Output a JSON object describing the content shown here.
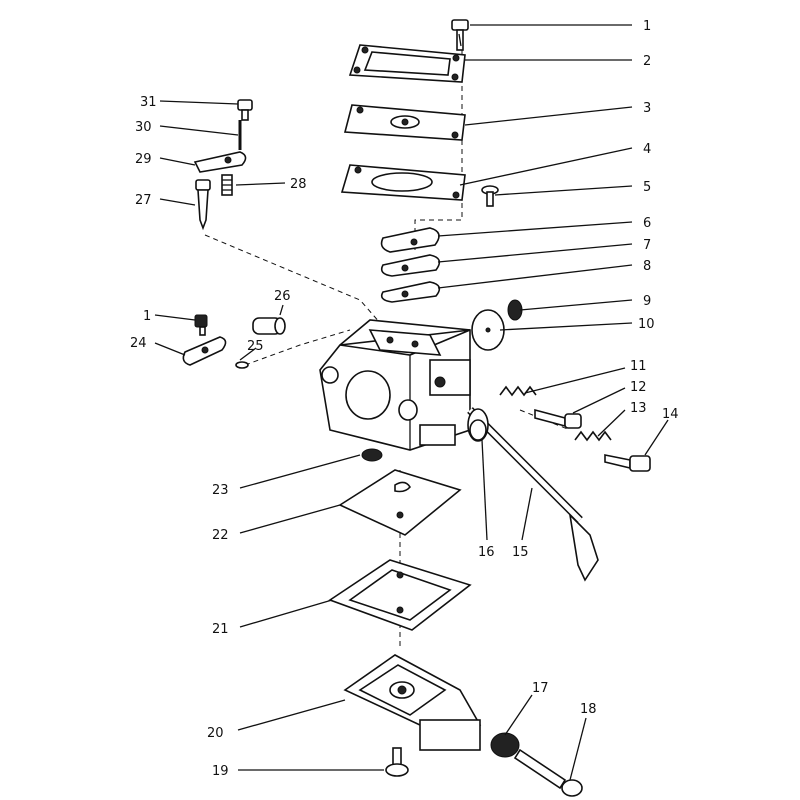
{
  "callouts": [
    "1",
    "2",
    "3",
    "4",
    "5",
    "6",
    "7",
    "8",
    "9",
    "10",
    "11",
    "12",
    "13",
    "14",
    "15",
    "16",
    "17",
    "18",
    "19",
    "20",
    "21",
    "22",
    "23",
    "24",
    "25",
    "26",
    "27",
    "28",
    "29",
    "30",
    "31",
    "1"
  ],
  "colors": {
    "ink": "#111111",
    "paper": "#ffffff"
  }
}
